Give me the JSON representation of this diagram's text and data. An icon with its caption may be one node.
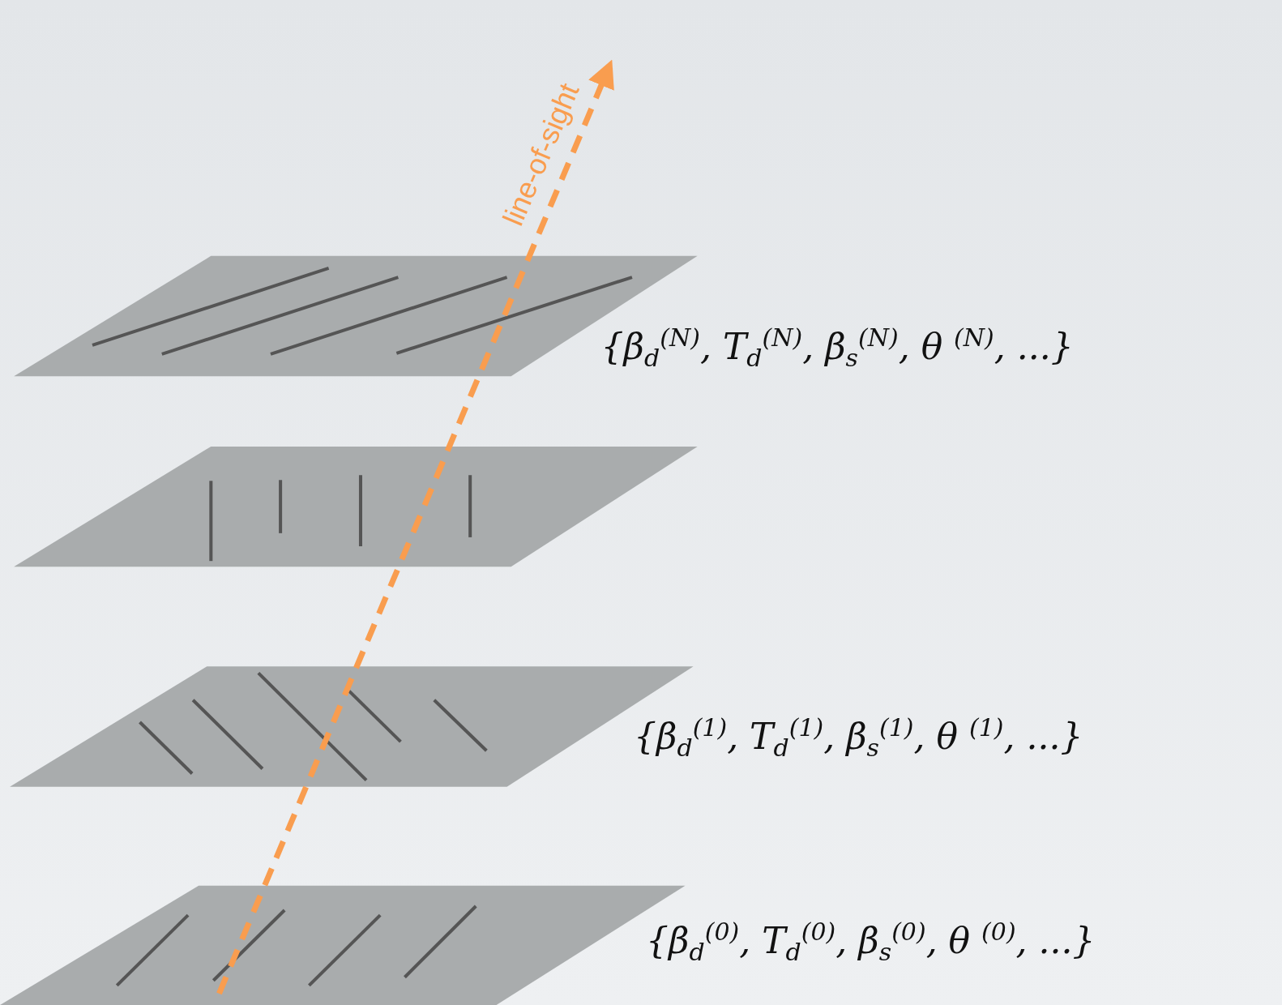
{
  "diagram": {
    "nodes": [
      {
        "text": [],
        "shape": "parallelogram",
        "beside": [
          "{β$_{d}$$^{(N)}$, T$_{d}$$^{(N)}$, β$_{s}$$^{(N)}$, θ $^{(N)}$, ...}"
        ]
      },
      {
        "text": [],
        "shape": "parallelogram"
      },
      {
        "text": [],
        "shape": "parallelogram",
        "beside": [
          "{β$_{d}$$^{(1)}$, T$_{d}$$^{(1)}$, β$_{s}$$^{(1)}$, θ $^{(1)}$, ...}"
        ]
      },
      {
        "text": [],
        "shape": "parallelogram",
        "beside": [
          "{β$_{d}$$^{(0)}$, T$_{d}$$^{(0)}$, β$_{s}$$^{(0)}$, θ $^{(0)}$, ...}"
        ]
      }
    ],
    "labels": [
      "line-of-sight"
    ]
  }
}
